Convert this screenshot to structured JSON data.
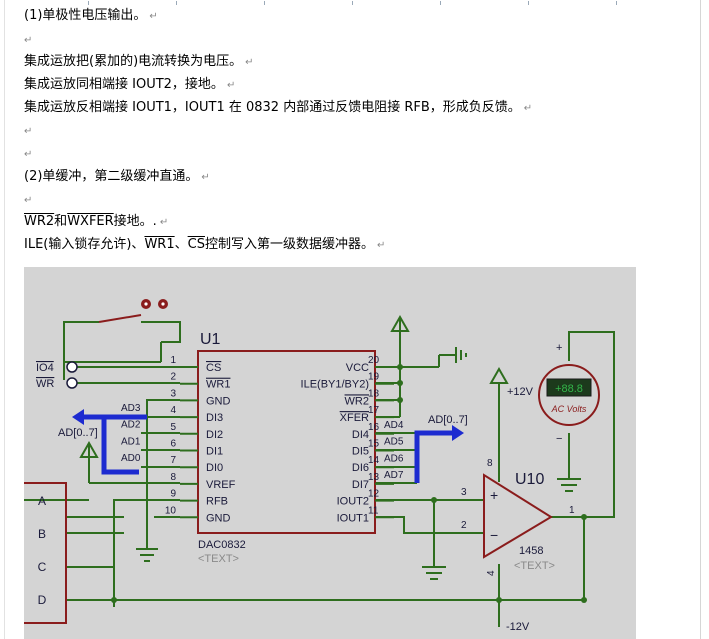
{
  "doc": {
    "line1": "(1)单极性电压输出。",
    "line2": "集成运放把(累加的)电流转换为电压。",
    "line3": "集成运放同相端接 IOUT2，接地。",
    "line4": "集成运放反相端接 IOUT1，IOUT1 在 0832 内部通过反馈电阻接 RFB，形成负反馈。",
    "line5": "(2)单缓冲，第二级缓冲直通。",
    "line6_a": "WR2",
    "line6_b": "和",
    "line6_c": "WXFER",
    "line6_d": "接地。.",
    "line7_a": "ILE(输入锁存允许)、",
    "line7_b": "WR1",
    "line7_c": "、",
    "line7_d": "CS",
    "line7_e": "控制写入第一级数据缓冲器。",
    "para_mark": "↵"
  },
  "circuit": {
    "chip_label": "U1",
    "chip_part": "DAC0832",
    "chip_text": "<TEXT>",
    "left_pins": [
      {
        "num": "1",
        "name": "CS"
      },
      {
        "num": "2",
        "name": "WR1"
      },
      {
        "num": "3",
        "name": "GND"
      },
      {
        "num": "4",
        "name": "DI3"
      },
      {
        "num": "5",
        "name": "DI2"
      },
      {
        "num": "6",
        "name": "DI1"
      },
      {
        "num": "7",
        "name": "DI0"
      },
      {
        "num": "8",
        "name": "VREF"
      },
      {
        "num": "9",
        "name": "RFB"
      },
      {
        "num": "10",
        "name": "GND"
      }
    ],
    "right_pins": [
      {
        "num": "20",
        "name": "VCC"
      },
      {
        "num": "19",
        "name": "ILE(BY1/BY2)"
      },
      {
        "num": "18",
        "name": "WR2"
      },
      {
        "num": "17",
        "name": "XFER"
      },
      {
        "num": "16",
        "name": "DI4"
      },
      {
        "num": "15",
        "name": "DI5"
      },
      {
        "num": "14",
        "name": "DI6"
      },
      {
        "num": "13",
        "name": "DI7"
      },
      {
        "num": "12",
        "name": "IOUT2"
      },
      {
        "num": "11",
        "name": "IOUT1"
      }
    ],
    "bus_left_nets": [
      "AD3",
      "AD2",
      "AD1",
      "AD0"
    ],
    "bus_right_nets": [
      "AD4",
      "AD5",
      "AD6",
      "AD7"
    ],
    "bus_left_label": "AD[0..7]",
    "bus_right_label": "AD[0..7]",
    "io_labels": [
      "IO4",
      "WR"
    ],
    "connector_pins": [
      "A",
      "B",
      "C",
      "D"
    ],
    "opamp_label": "U10",
    "opamp_part": "1458",
    "opamp_text": "<TEXT>",
    "opamp_pin_plus": "3",
    "opamp_pin_minus": "2",
    "opamp_pin_out": "1",
    "opamp_pin_v": "4",
    "opamp_pin_inf": "8",
    "supply_pos": "+12V",
    "supply_neg": "-12V",
    "meter_display": "+88.8",
    "meter_label": "AC Volts",
    "sign_plus": "+",
    "sign_minus": "−",
    "colors": {
      "wire": "#2e6e1e",
      "component": "#8a1c1c",
      "bus": "#1d2bd0",
      "text": "#1a1a3a",
      "background": "#d4d4d4",
      "meter_screen": "#33b54a"
    }
  }
}
